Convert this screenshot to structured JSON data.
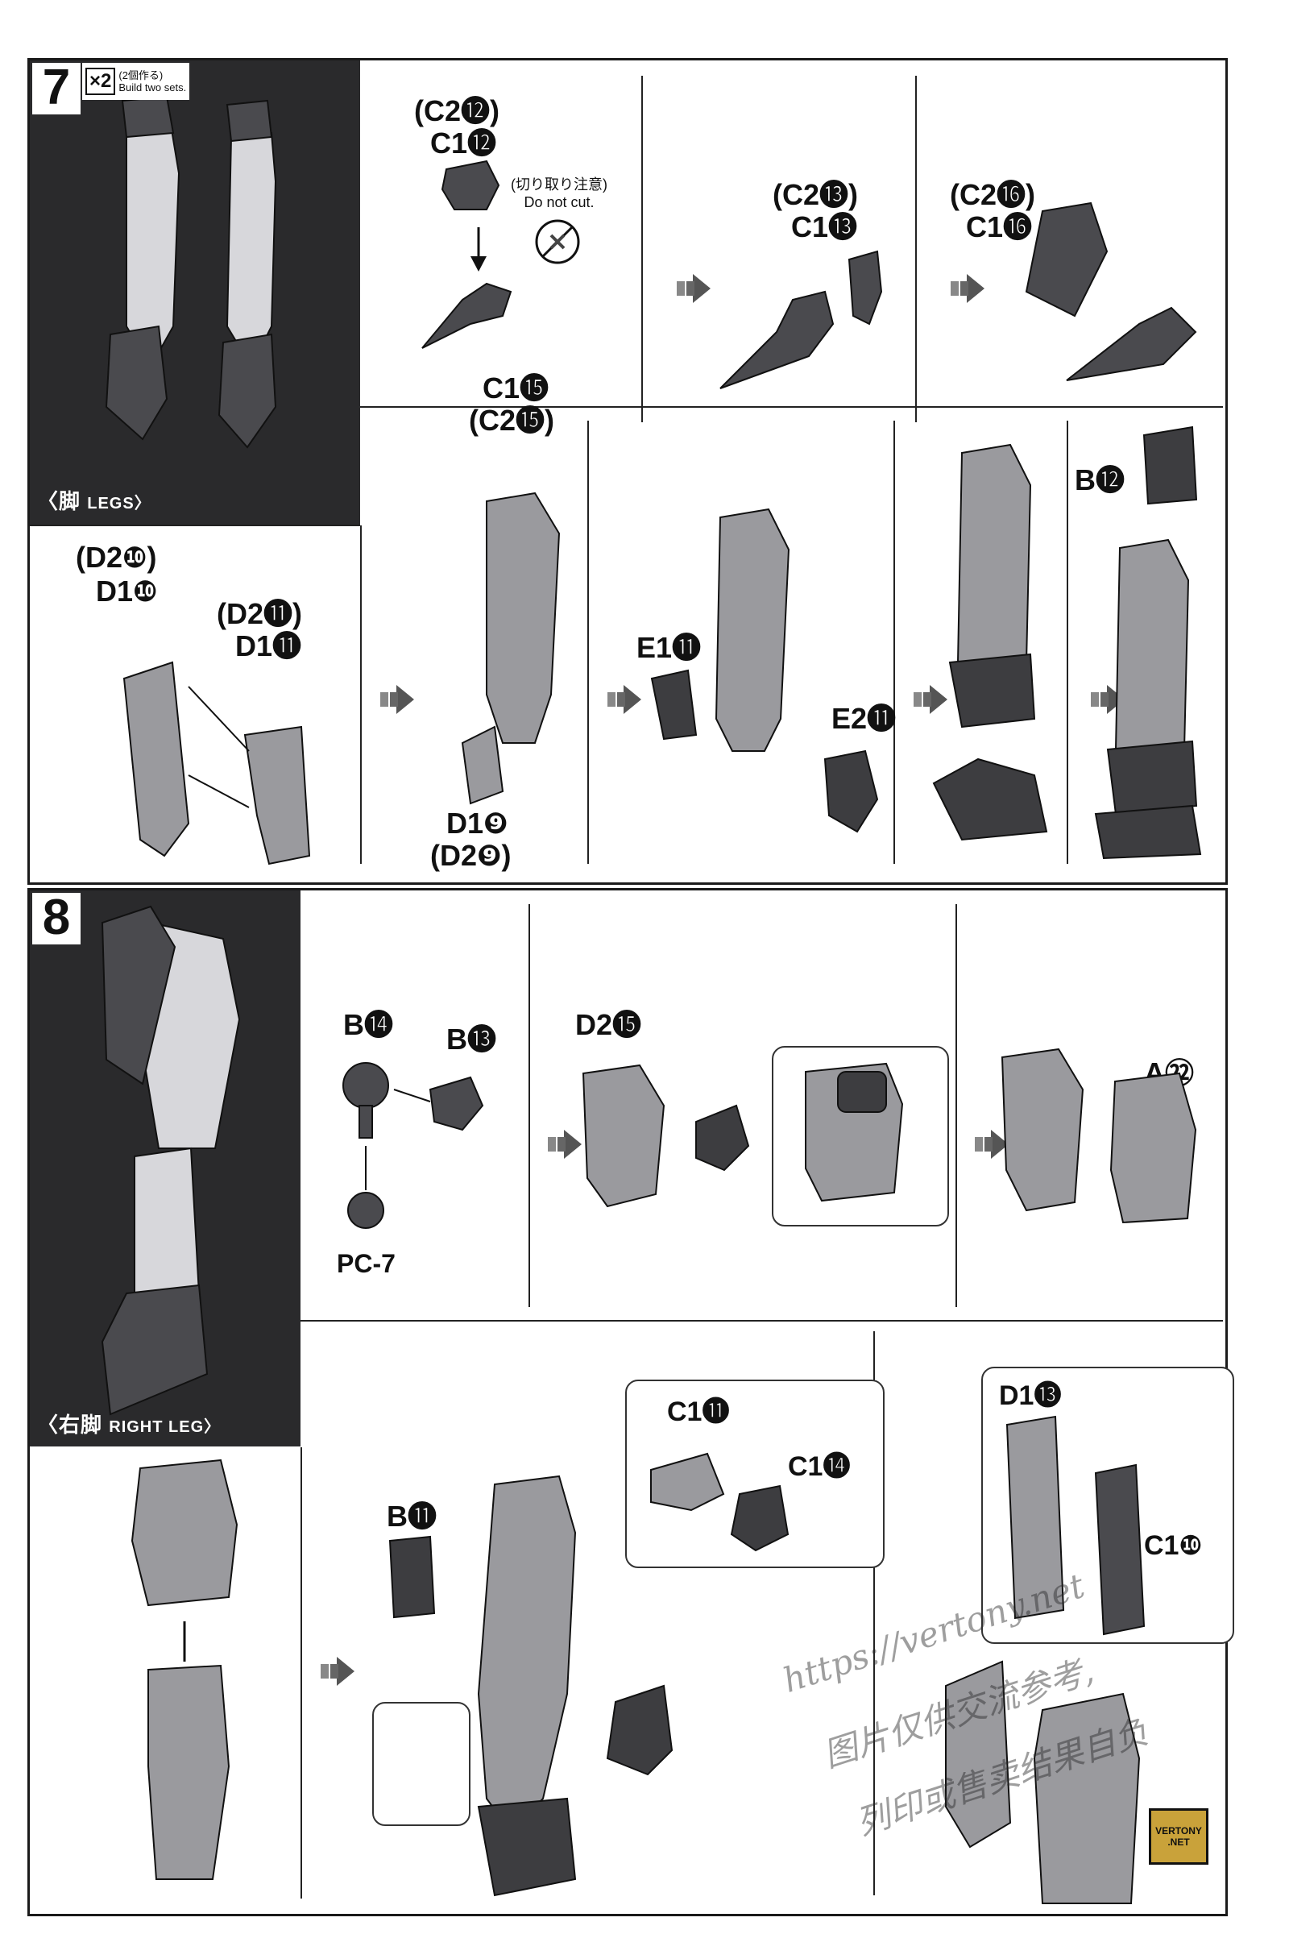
{
  "step7": {
    "number": "7",
    "multiplier": "×2",
    "note_jp": "(2個作る)",
    "note_en": "Build two sets.",
    "caption_jp": "〈脚",
    "caption_en": "LEGS〉",
    "row1": {
      "a_top1": "(C2⓬)",
      "a_top2": "C1⓬",
      "a_note_jp": "(切り取り注意)",
      "a_note_en": "Do not cut.",
      "a_bottom1": "C1⓯",
      "a_bottom2": "(C2⓯)",
      "b_top1": "(C2⓭)",
      "b_top2": "C1⓭",
      "c_top1": "(C2⓰)",
      "c_top2": "C1⓰"
    },
    "row2": {
      "a_label1": "(D2❿)",
      "a_label2": "D1❿",
      "a_label3": "(D2⓫)",
      "a_label4": "D1⓫",
      "b_label1": "D1❾",
      "b_label2": "(D2❾)",
      "c_label1": "E1⓫",
      "c_label2": "E2⓫",
      "e_label": "B⓬"
    }
  },
  "step8": {
    "number": "8",
    "caption_jp": "〈右脚",
    "caption_en": "RIGHT LEG〉",
    "row1": {
      "a_label1": "B⓮",
      "a_label2": "B⓭",
      "a_label3": "PC-7",
      "b_label": "D2⓯",
      "c_label": "A㉒"
    },
    "row2": {
      "b_label": "B⓫",
      "inset1_label1": "C1⓫",
      "inset1_label2": "C1⓮",
      "inset2_label1": "D1⓭",
      "inset2_label2": "C1❿"
    }
  },
  "watermark": {
    "line1": "https://vertony.net",
    "line2": "图片仅供交流参考,",
    "line3": "列印或售卖结果自负"
  },
  "logo": {
    "line1": "VERTONY",
    "line2": ".NET"
  },
  "colors": {
    "frame": "#1a1a1a",
    "dark_panel": "#2a2a2c",
    "part_fill": "#8a8a8e",
    "part_dark": "#3d3d40",
    "logo_gold": "#c9a23a"
  }
}
